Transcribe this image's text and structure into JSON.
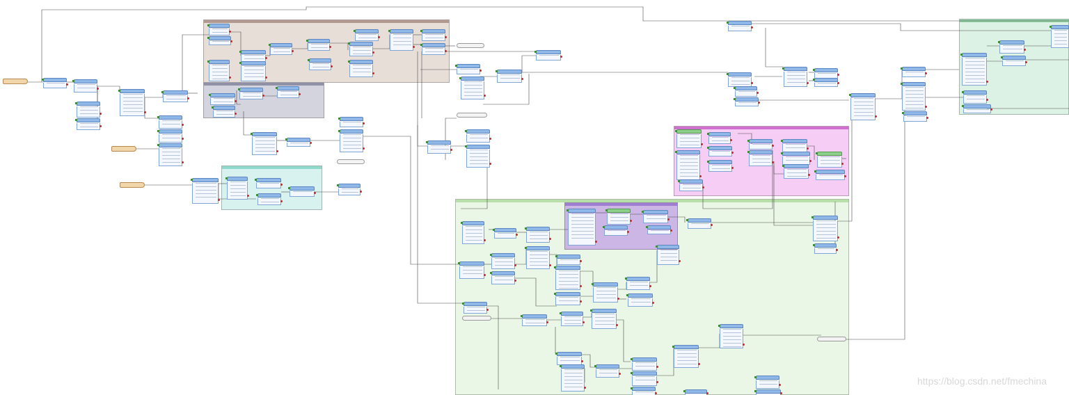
{
  "canvas": {
    "description_label": "",
    "background": "#ffffff",
    "wire_color": "#4a4a4a",
    "node_header_color": "#8fb8e8",
    "node_body_color": "#f4f8fe",
    "output_port_color": "#c62828",
    "input_port_color": "#3c8c3c"
  },
  "bookmarks": [
    {
      "id": "bm-1",
      "color": "#e8ded8",
      "header": "#b09a90",
      "title": ""
    },
    {
      "id": "bm-2",
      "color": "#d4d4de",
      "header": "#9090a6",
      "title": ""
    },
    {
      "id": "bm-3",
      "color": "#d8f3ef",
      "header": "#8fd8cc",
      "title": ""
    },
    {
      "id": "bm-4",
      "color": "#eaf7e6",
      "header": "#b6e0a8",
      "title": ""
    },
    {
      "id": "bm-5",
      "color": "#f6cdf4",
      "header": "#cf6fd0",
      "title": ""
    },
    {
      "id": "bm-6",
      "color": "#cbb6e6",
      "header": "#9f7dd0",
      "title": ""
    },
    {
      "id": "bm-7",
      "color": "#dcf2e4",
      "header": "#90d0a4",
      "title": ""
    }
  ],
  "readers": [
    {
      "id": "reader-1",
      "label": ""
    },
    {
      "id": "reader-2",
      "label": ""
    },
    {
      "id": "reader-3",
      "label": ""
    }
  ],
  "inspectors": [
    {
      "id": "insp-1",
      "label": ""
    },
    {
      "id": "insp-2",
      "label": ""
    },
    {
      "id": "insp-3",
      "label": ""
    },
    {
      "id": "insp-4",
      "label": ""
    },
    {
      "id": "insp-5",
      "label": ""
    }
  ],
  "watermark": "https://blog.csdn.net/fmechina"
}
